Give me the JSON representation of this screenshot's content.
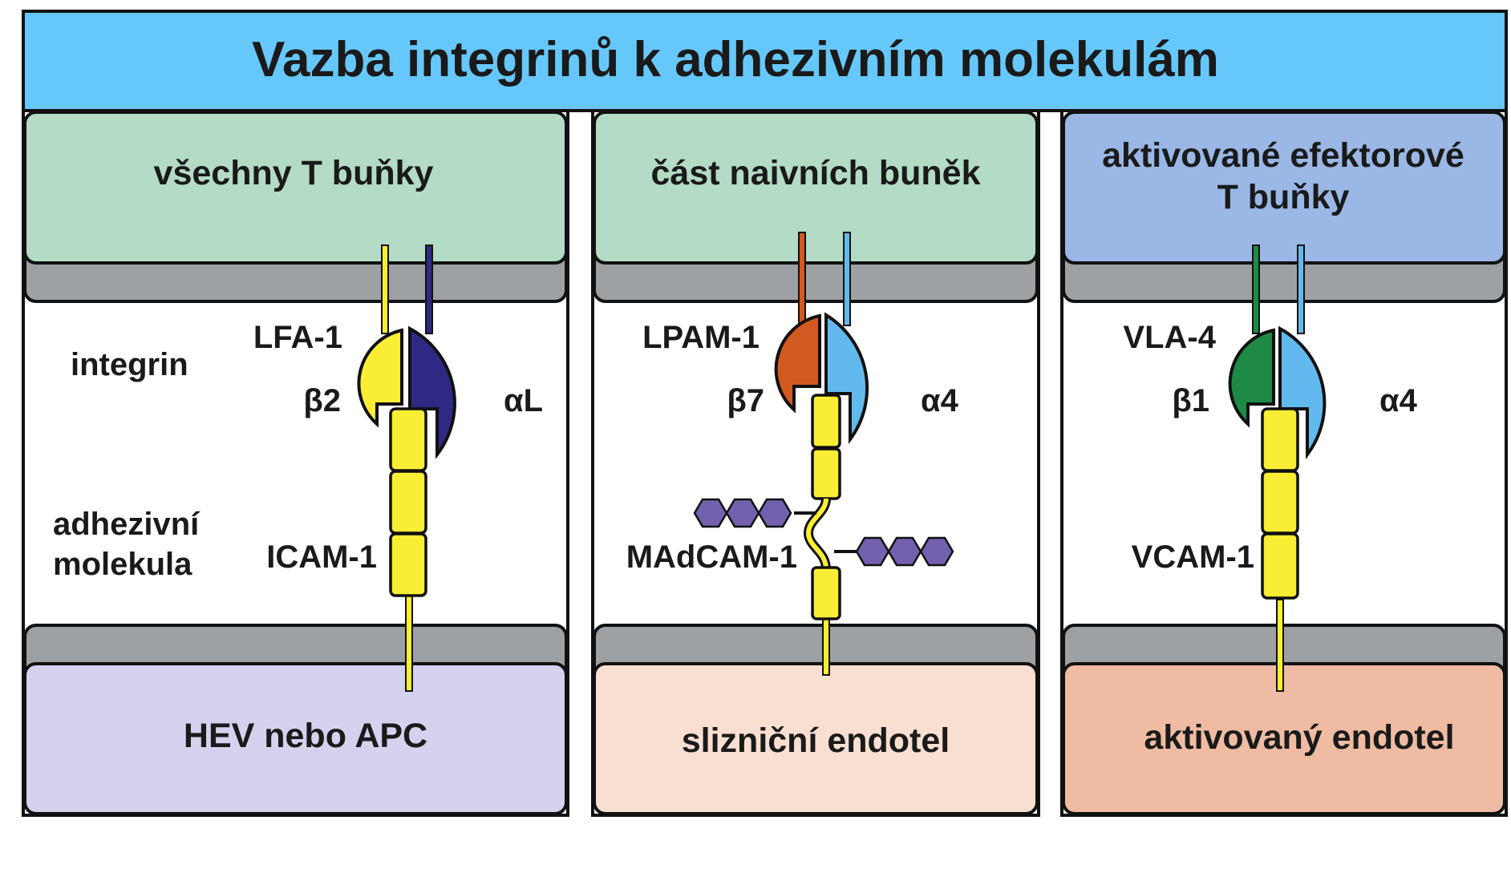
{
  "title": "Vazba integrinů k adhezivním molekulám",
  "side_labels": {
    "integrin": "integrin",
    "adhesion_line1": "adhezivní",
    "adhesion_line2": "molekula"
  },
  "panels": [
    {
      "top_cell_line1": "všechny T buňky",
      "top_cell_line2": "",
      "integrin_name": "LFA-1",
      "beta_label": "β2",
      "alpha_label": "αL",
      "adhesion_name": "ICAM-1",
      "bottom_cell": "HEV nebo APC"
    },
    {
      "top_cell_line1": "část naivních buněk",
      "top_cell_line2": "",
      "integrin_name": "LPAM-1",
      "beta_label": "β7",
      "alpha_label": "α4",
      "adhesion_name": "MAdCAM-1",
      "bottom_cell": "slizniční endotel"
    },
    {
      "top_cell_line1": "aktivované efektorové",
      "top_cell_line2": "T buňky",
      "integrin_name": "VLA-4",
      "beta_label": "β1",
      "alpha_label": "α4",
      "adhesion_name": "VCAM-1",
      "bottom_cell": "aktivovaný endotel"
    }
  ],
  "colors": {
    "title_bg": "#66c8fa",
    "membrane": "#9ea1a4",
    "panel1_top": "#b3dbc6",
    "panel2_top": "#b3dbc6",
    "panel3_top": "#9ab7e6",
    "panel1_bottom": "#d4d2ee",
    "panel2_bottom": "#f8dfd2",
    "panel3_bottom": "#efbca3",
    "beta2": "#f9ee34",
    "alphaL": "#2e2a84",
    "beta7": "#d2591f",
    "alpha4": "#62b9ee",
    "beta1": "#1e8a45",
    "ig_domain": "#f9ee34",
    "glycan": "#7361ad"
  }
}
